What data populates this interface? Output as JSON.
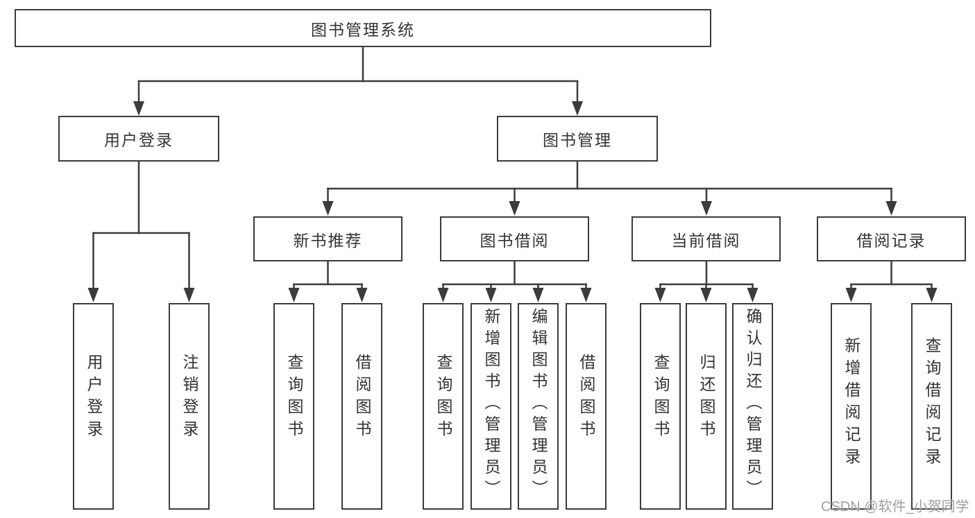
{
  "diagram": {
    "root": "图书管理系统",
    "level1": [
      "用户登录",
      "图书管理"
    ],
    "level2": [
      "新书推荐",
      "图书借阅",
      "当前借阅",
      "借阅记录"
    ],
    "leaves": {
      "user_login": [
        "用户登录",
        "注销登录"
      ],
      "new_books": [
        "查询图书",
        "借阅图书"
      ],
      "book_borrow": [
        "查询图书",
        "新增图书（管理员）",
        "编辑图书（管理员）",
        "借阅图书"
      ],
      "current_borrow": [
        "查询图书",
        "归还图书",
        "确认归还（管理员）"
      ],
      "borrow_records": [
        "新增借阅记录",
        "查询借阅记录"
      ]
    }
  },
  "watermark": "CSDN @软件_小贺同学",
  "colors": {
    "line": "#3b3b3b",
    "box_border": "#3b3b3b",
    "text": "#333333",
    "watermark": "#8a8a8a",
    "background": "#ffffff"
  }
}
